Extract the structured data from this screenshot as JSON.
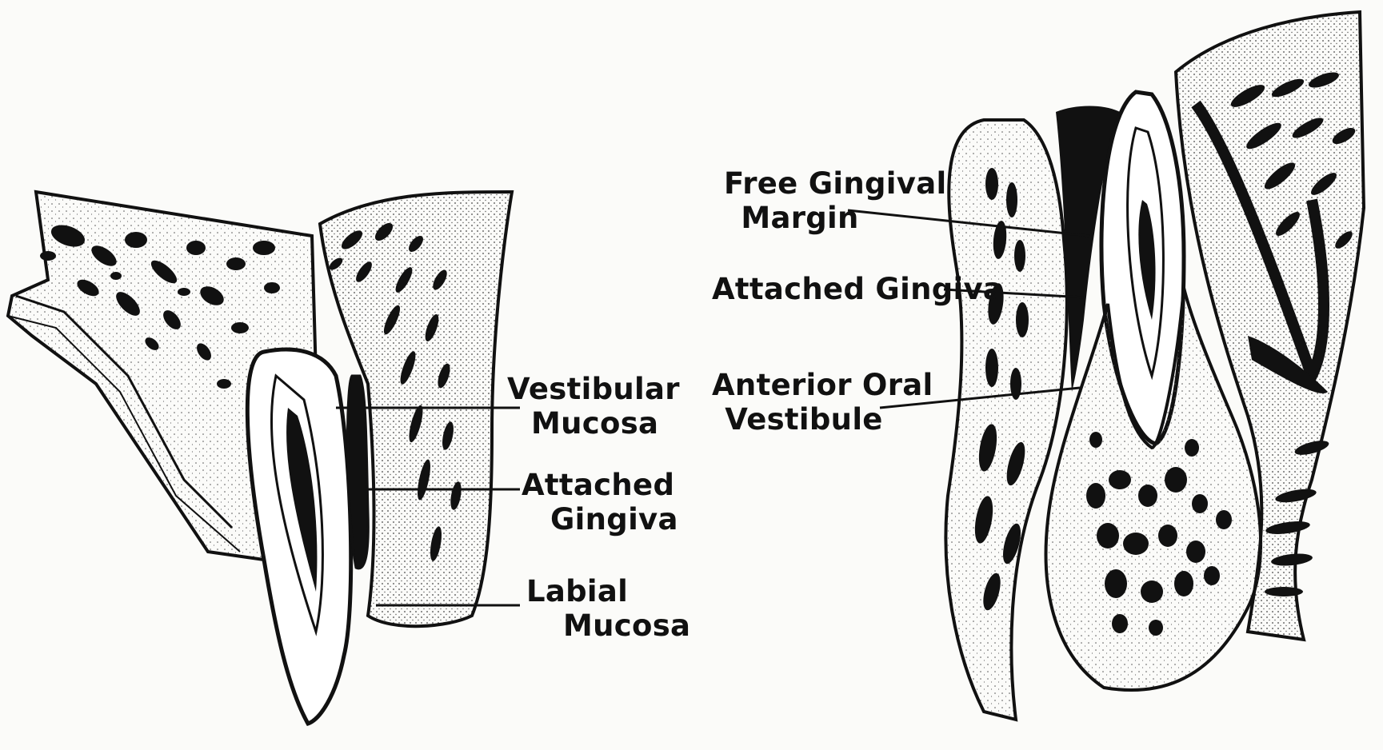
{
  "left_figure": {
    "labels": {
      "vestibular_mucosa": [
        "Vestibular",
        "Mucosa"
      ],
      "attached_gingiva": [
        "Attached",
        "Gingiva"
      ],
      "labial_mucosa": [
        "Labial",
        "Mucosa"
      ]
    }
  },
  "right_figure": {
    "labels": {
      "free_gingival_margin": [
        "Free Gingival",
        "Margin"
      ],
      "attached_gingiva": "Attached Gingiva",
      "anterior_oral_vestibule": [
        "Anterior Oral",
        "Vestibule"
      ]
    }
  }
}
